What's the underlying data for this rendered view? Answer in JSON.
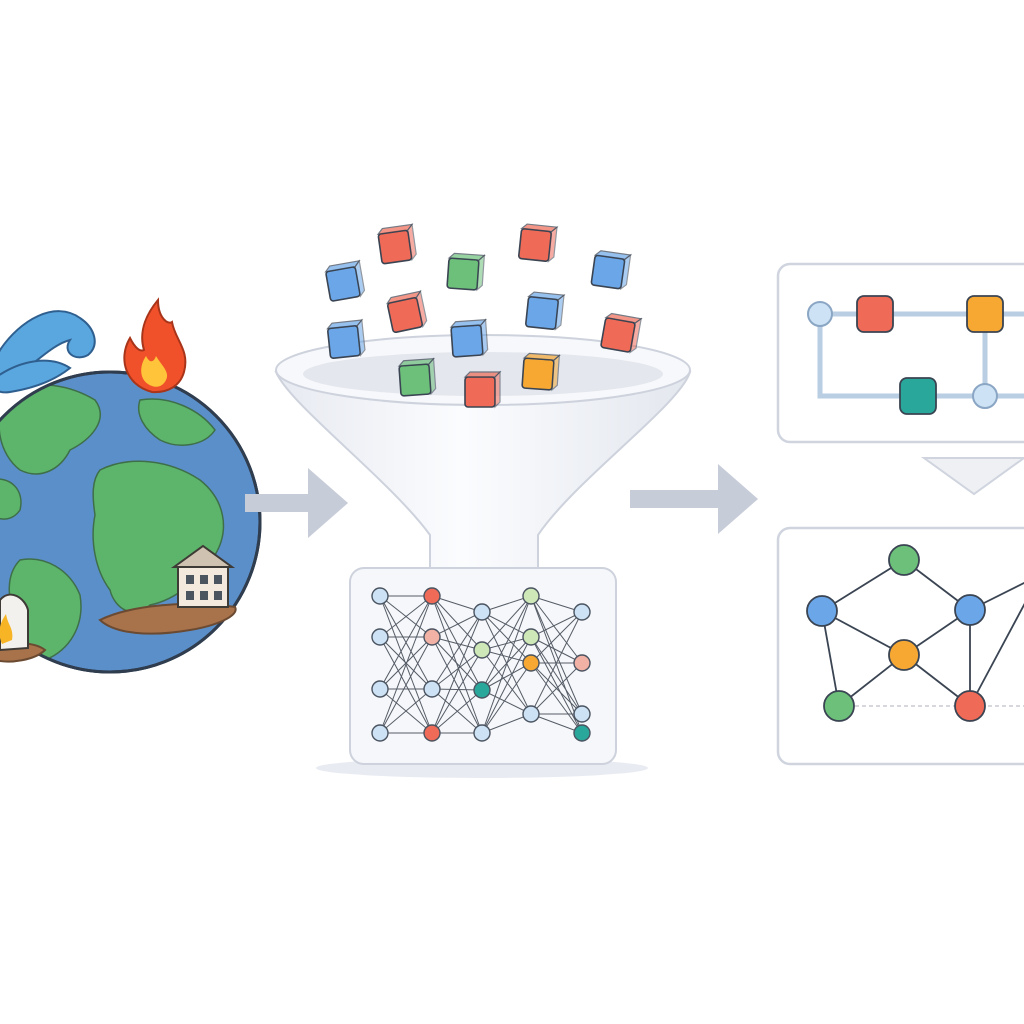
{
  "colors": {
    "background": "#ffffff",
    "ocean": "#5b8fc9",
    "land": "#5db56b",
    "outline": "#2f3d4f",
    "water_wave": "#5aa7e0",
    "fire_outer": "#f0512a",
    "fire_inner": "#ffc43a",
    "arrow": "#c7ccd9",
    "funnel": "#f4f6fa",
    "panel_border": "#cfd4de",
    "edge": "#555c66",
    "blue": "#6aa6e8",
    "red": "#ef6a57",
    "orange": "#f6a833",
    "green": "#6cc07a",
    "teal": "#2aa79b",
    "pale_blue": "#cde3f5",
    "pale_green": "#cfe8b8",
    "pale_red": "#f2b1a5"
  },
  "icons": {
    "globe": "earth-globe-icon",
    "flood": "flood-wave-icon",
    "fire": "wildfire-icon",
    "house": "house-icon",
    "cube": "data-cube-icon",
    "funnel": "funnel-icon",
    "arrow": "right-arrow-icon",
    "down_arrow": "down-chevron-icon"
  },
  "cubes": [
    {
      "color": "red"
    },
    {
      "color": "red"
    },
    {
      "color": "blue"
    },
    {
      "color": "green"
    },
    {
      "color": "blue"
    },
    {
      "color": "red"
    },
    {
      "color": "blue"
    },
    {
      "color": "blue"
    },
    {
      "color": "blue"
    },
    {
      "color": "red"
    },
    {
      "color": "green"
    },
    {
      "color": "red"
    },
    {
      "color": "orange"
    }
  ],
  "funnel_network": {
    "columns": [
      [
        "pale_blue",
        "pale_blue",
        "pale_blue",
        "pale_blue"
      ],
      [
        "red",
        "pale_red",
        "pale_blue",
        "red"
      ],
      [
        "pale_blue",
        "pale_green",
        "teal",
        "pale_blue"
      ],
      [
        "pale_green",
        "pale_green",
        "orange",
        "pale_blue"
      ],
      [
        "pale_blue",
        "pale_red",
        "pale_blue",
        "teal"
      ]
    ]
  },
  "flow_panel": {
    "nodes": [
      {
        "shape": "circle",
        "color": "pale_blue"
      },
      {
        "shape": "square",
        "color": "red"
      },
      {
        "shape": "square",
        "color": "orange"
      },
      {
        "shape": "square",
        "color": "teal"
      },
      {
        "shape": "circle",
        "color": "pale_blue"
      }
    ]
  },
  "graph_panel": {
    "nodes": [
      {
        "color": "blue"
      },
      {
        "color": "green"
      },
      {
        "color": "blue"
      },
      {
        "color": "orange"
      },
      {
        "color": "green"
      },
      {
        "color": "red"
      }
    ]
  }
}
